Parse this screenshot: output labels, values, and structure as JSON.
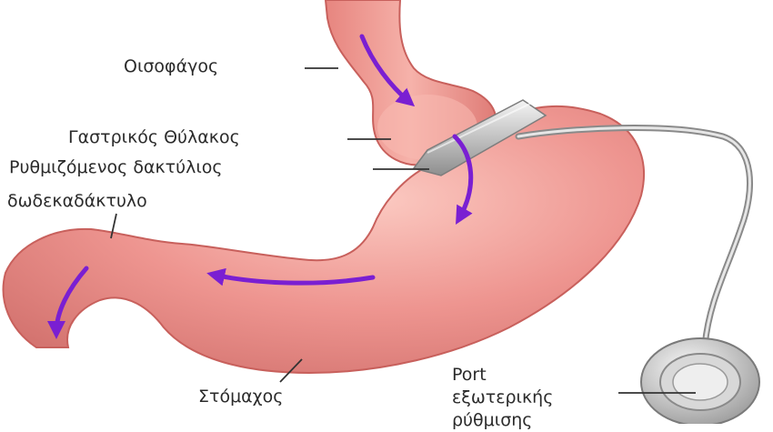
{
  "labels": {
    "esophagus": "Οισοφάγος",
    "gastric_pouch": "Γαστρικός Θύλακος",
    "adjustable_band": "Ρυθμιζόμενος δακτύλιος",
    "duodenum": "δωδεκαδάκτυλο",
    "stomach": "Στόμαχος",
    "port_line1": "Port",
    "port_line2": "εξωτερικής",
    "port_line3": "ρύθμισης"
  },
  "colors": {
    "tissue": "#ee9590",
    "tissue_dark": "#cf6a66",
    "arrow": "#7a1fd2",
    "band": "#c9c9c9",
    "label_text": "#2b2b2b"
  }
}
